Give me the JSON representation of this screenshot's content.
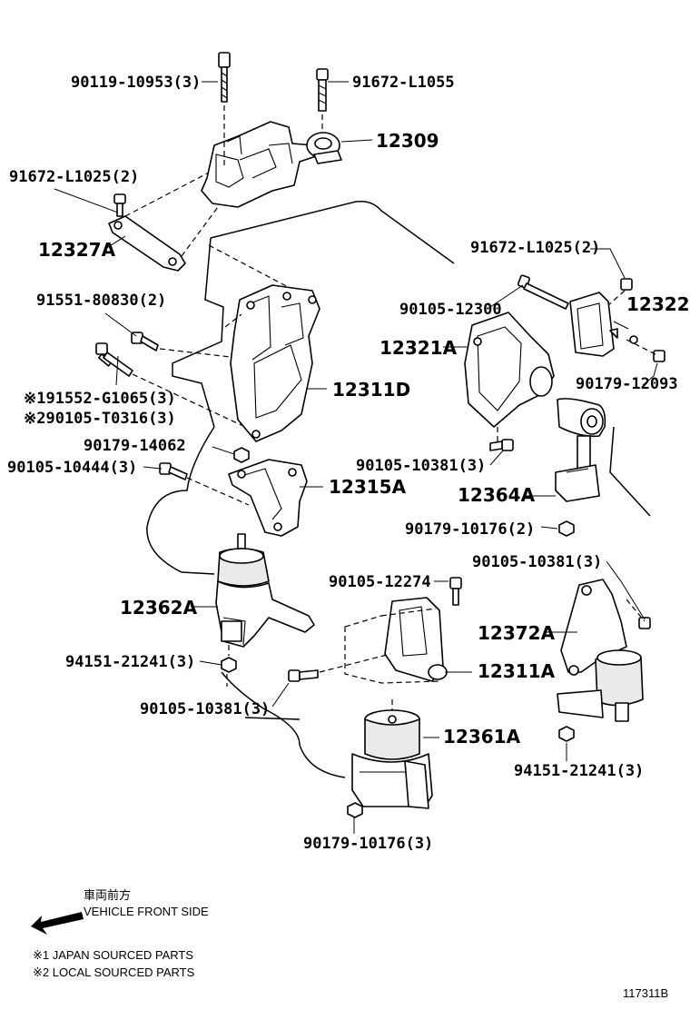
{
  "labels": {
    "p_90119_10953": "90119-10953(3)",
    "p_91672_L1055": "91672-L1055",
    "p_12309": "12309",
    "p_91672_L1025_a": "91672-L1025(2)",
    "p_12327A": "12327A",
    "p_91672_L1025_b": "91672-L1025(2)",
    "p_90105_12300": "90105-12300",
    "p_12322": "12322",
    "p_91551_80830": "91551-80830(2)",
    "p_12321A": "12321A",
    "p_91552_G1065": "※191552-G1065(3)",
    "p_90105_T0316": "※290105-T0316(3)",
    "p_12311D": "12311D",
    "p_90179_12093": "90179-12093",
    "p_90179_14062": "90179-14062",
    "p_90105_10381_a": "90105-10381(3)",
    "p_90105_10444": "90105-10444(3)",
    "p_12315A": "12315A",
    "p_12364A": "12364A",
    "p_90179_10176_a": "90179-10176(2)",
    "p_90105_10381_b": "90105-10381(3)",
    "p_90105_12274": "90105-12274",
    "p_12362A": "12362A",
    "p_12372A": "12372A",
    "p_94151_21241_a": "94151-21241(3)",
    "p_12311A": "12311A",
    "p_90105_10381_c": "90105-10381(3)",
    "p_12361A": "12361A",
    "p_94151_21241_b": "94151-21241(3)",
    "p_90179_10176_b": "90179-10176(3)"
  },
  "legend": {
    "front_jp": "車両前方",
    "front_en": "VEHICLE FRONT SIDE",
    "note1": "※1 JAPAN SOURCED PARTS",
    "note2": "※2 LOCAL SOURCED PARTS",
    "arrow_icon": "arrow-left-icon"
  },
  "figure_id": "117311B"
}
